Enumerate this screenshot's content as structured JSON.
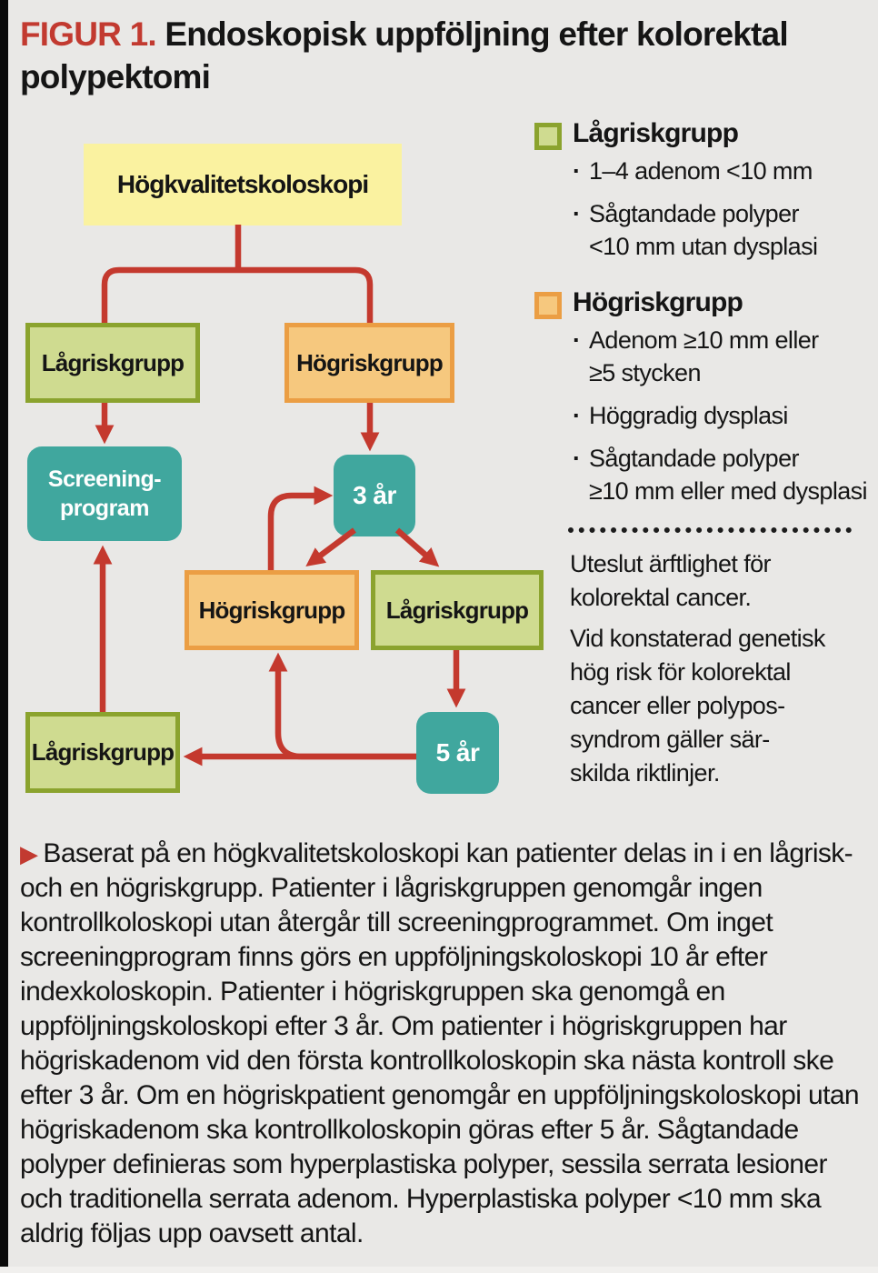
{
  "title": {
    "label": "FIGUR 1.",
    "text": [
      "Endoskopisk uppföljning efter kolorektal polypektomi"
    ]
  },
  "colors": {
    "background": "#e9e8e6",
    "arrow_red": "#c4392e",
    "figure_label_red": "#c23a30",
    "teal": "#40a79e",
    "green_fill": "#cfdb90",
    "green_border": "#8ba32e",
    "orange_fill": "#f6c87e",
    "orange_border": "#eb9e44",
    "yellow": "#faf2a0"
  },
  "flowchart": {
    "nodes": {
      "hq": "Högkvalitetskoloskopi",
      "low1": "Lågriskgrupp",
      "high1": "Högriskgrupp",
      "screening": [
        "Screening-",
        "program"
      ],
      "three_years": "3 år",
      "high2": "Högriskgrupp",
      "low2": "Lågriskgrupp",
      "five_years": "5 år",
      "low3": "Lågriskgrupp"
    }
  },
  "legend": {
    "bullet": "·",
    "low": {
      "title": "Lågriskgrupp",
      "bullet1": [
        "1–4 adenom <10 mm"
      ],
      "bullet2": [
        "Sågtandade polyper",
        "<10 mm utan dysplasi"
      ]
    },
    "high": {
      "title": "Högriskgrupp",
      "bullet1": [
        "Adenom ≥10 mm eller",
        "≥5 stycken"
      ],
      "bullet2": [
        "Höggradig dysplasi"
      ],
      "bullet3": [
        "Sågtandade polyper",
        "≥10 mm eller med dysplasi"
      ]
    },
    "note1": [
      "Uteslut ärftlighet för",
      "kolorektal cancer."
    ],
    "note2": [
      "Vid konstaterad genetisk",
      "hög risk för kolorektal",
      "cancer eller polypos-",
      "syndrom gäller sär-",
      "skilda riktlinjer."
    ]
  },
  "caption": {
    "marker": "▶",
    "text": "Baserat på en högkvalitetskoloskopi kan patienter delas in i en lågrisk- och en högriskgrupp. Patienter i lågriskgruppen genomgår ingen kontrollkoloskopi utan återgår till screeningprogrammet. Om inget screeningprogram finns görs en uppföljningskoloskopi 10 år efter indexkoloskopin. Patienter i högriskgruppen ska genomgå en uppföljningskoloskopi efter 3 år. Om patienter i högriskgruppen har högriskadenom vid den första kontrollkoloskopin ska nästa kontroll ske efter 3 år. Om en högriskpatient genomgår en uppföljningskoloskopi utan högriskadenom ska kontrollkoloskopin göras efter 5 år. Sågtandade polyper definieras som hyperplastiska polyper, sessila serrata lesioner och traditionella serrata adenom. Hyperplastiska polyper <10 mm ska aldrig följas upp oavsett antal."
  }
}
